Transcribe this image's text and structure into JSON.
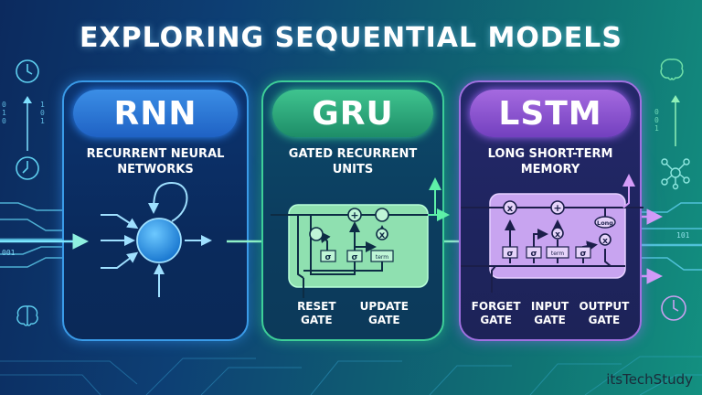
{
  "title": "EXPLORING SEQUENTIAL MODELS",
  "cards": [
    {
      "name": "RNN",
      "subtitle_lines": [
        "RECURRENT NEURAL",
        "NETWORKS"
      ],
      "accent": "#3a9be8",
      "gates": []
    },
    {
      "name": "GRU",
      "subtitle_lines": [
        "GATED RECURRENT",
        "UNITS"
      ],
      "accent": "#3ecf98",
      "gates": [
        {
          "lines": [
            "RESET",
            "GATE"
          ]
        },
        {
          "lines": [
            "UPDATE",
            "GATE"
          ]
        }
      ],
      "diagram_labels": {
        "sigma1": "σ",
        "sigma2": "σ",
        "term": "term",
        "plus": "+",
        "times": "x"
      }
    },
    {
      "name": "LSTM",
      "subtitle_lines": [
        "LONG SHORT-TERM",
        "MEMORY"
      ],
      "accent": "#a070e0",
      "gates": [
        {
          "lines": [
            "FORGET",
            "GATE"
          ]
        },
        {
          "lines": [
            "INPUT",
            "GATE"
          ]
        },
        {
          "lines": [
            "OUTPUT",
            "GATE"
          ]
        }
      ],
      "diagram_labels": {
        "sigma1": "σ",
        "sigma2": "σ",
        "term": "term",
        "sigma3": "σ",
        "long": "Long",
        "plus": "+",
        "times": "x"
      }
    }
  ],
  "decorations": {
    "left_icons": [
      "clock-icon",
      "arrow-up-icon",
      "clock-icon",
      "circuit-lines",
      "brain-icon"
    ],
    "right_icons": [
      "brain-icon",
      "arrow-up-icon",
      "network-icon",
      "circuit-lines",
      "clock-icon"
    ],
    "binary_left": [
      "0",
      "1",
      "0",
      "1",
      "0",
      "1",
      "001"
    ],
    "binary_right": [
      "0",
      "0",
      "1",
      "1",
      "1",
      "101"
    ]
  },
  "watermark": "itsTechStudy"
}
